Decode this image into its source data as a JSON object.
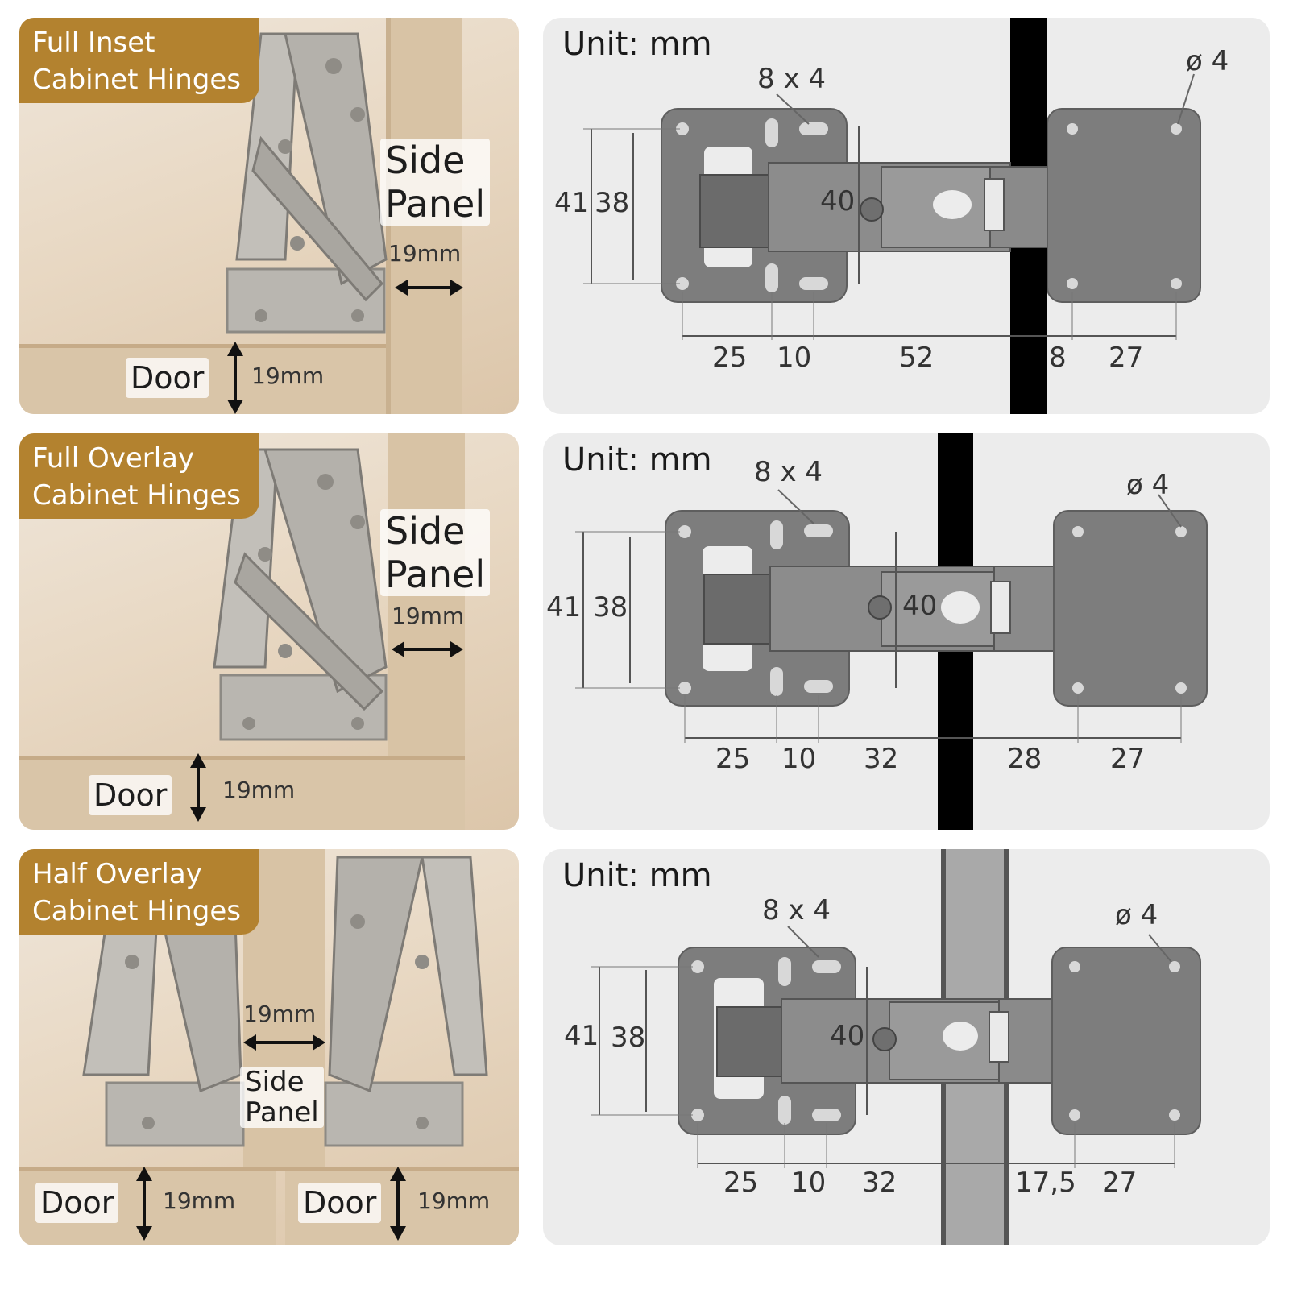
{
  "panels": [
    {
      "title_line1": "Full Inset",
      "title_line2": "Cabinet Hinges",
      "side_line1": "Side",
      "side_line2": "Panel",
      "side_thickness": "19mm",
      "door_label": "Door",
      "door_thickness": "19mm",
      "unit": "Unit: mm",
      "slot": "8 x 4",
      "hole": "ø 4",
      "height_outer": "41",
      "height_inner": "38",
      "center": "40",
      "w1": "25",
      "w2": "10",
      "w3": "52",
      "w4": "8",
      "w5": "27"
    },
    {
      "title_line1": "Full Overlay",
      "title_line2": "Cabinet Hinges",
      "side_line1": "Side",
      "side_line2": "Panel",
      "side_thickness": "19mm",
      "door_label": "Door",
      "door_thickness": "19mm",
      "unit": "Unit: mm",
      "slot": "8 x 4",
      "hole": "ø 4",
      "height_outer": "41",
      "height_inner": "38",
      "center": "40",
      "w1": "25",
      "w2": "10",
      "w3": "32",
      "w4": "28",
      "w5": "27"
    },
    {
      "title_line1": "Half Overlay",
      "title_line2": "Cabinet Hinges",
      "side_line1": "Side",
      "side_line2": "Panel",
      "side_thickness": "19mm",
      "door_label": "Door",
      "door_thickness": "19mm",
      "door_thickness_right": "19mm",
      "unit": "Unit: mm",
      "slot": "8 x 4",
      "hole": "ø 4",
      "height_outer": "41",
      "height_inner": "38",
      "center": "40",
      "w1": "25",
      "w2": "10",
      "w3": "32",
      "w4": "17,5",
      "w5": "27"
    }
  ]
}
